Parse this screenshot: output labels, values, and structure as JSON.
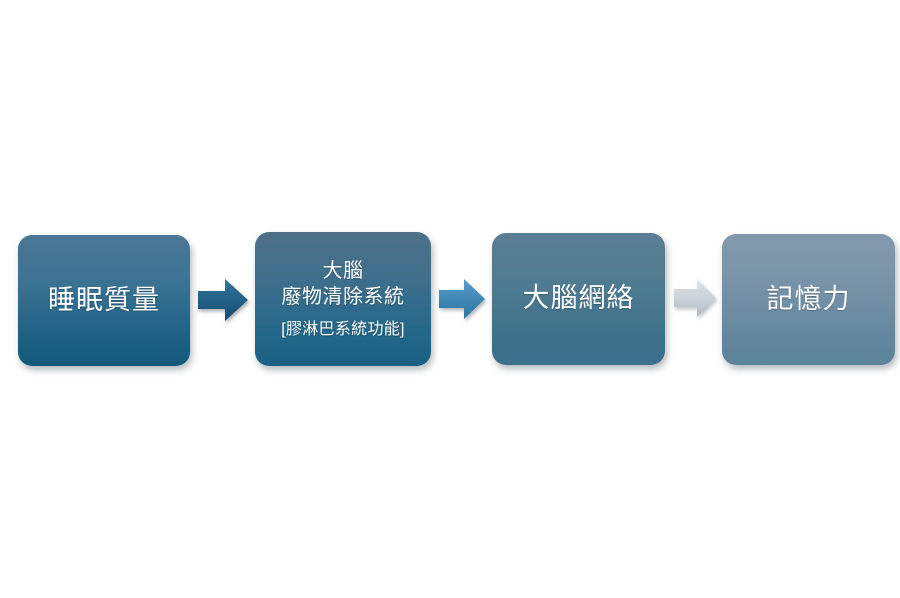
{
  "diagram": {
    "type": "horizontal-flow-chart",
    "background_color": "#ffffff",
    "stage_count": 4,
    "nodes": [
      {
        "id": "sleep-quality",
        "lines": [
          "睡眠質量"
        ],
        "fill_top": "#4c7697",
        "fill_bottom": "#14597c",
        "text_color": "#ffffff"
      },
      {
        "id": "brain-waste-clearance-system",
        "lines": [
          "大腦",
          "廢物清除系統",
          "[膠淋巴系統功能]"
        ],
        "fill_top": "#4e7087",
        "fill_bottom": "#1a6084",
        "text_color": "#ffffff"
      },
      {
        "id": "brain-network",
        "lines": [
          "大腦網絡"
        ],
        "fill_top": "#5c7e93",
        "fill_bottom": "#39708a",
        "text_color": "#ffffff"
      },
      {
        "id": "memory",
        "lines": [
          "記憶力"
        ],
        "fill_top": "#8299ac",
        "fill_bottom": "#5b8399",
        "text_color": "#ffffff"
      }
    ],
    "connectors": [
      {
        "id": "arrow-1",
        "direction": "right",
        "color_top": "#2e6f95",
        "color_bottom": "#17486b"
      },
      {
        "id": "arrow-2",
        "direction": "right",
        "color_top": "#5495c2",
        "color_bottom": "#2c76a6"
      },
      {
        "id": "arrow-3",
        "direction": "right",
        "color_top": "#d7dde2",
        "color_bottom": "#b4bec6"
      }
    ]
  }
}
